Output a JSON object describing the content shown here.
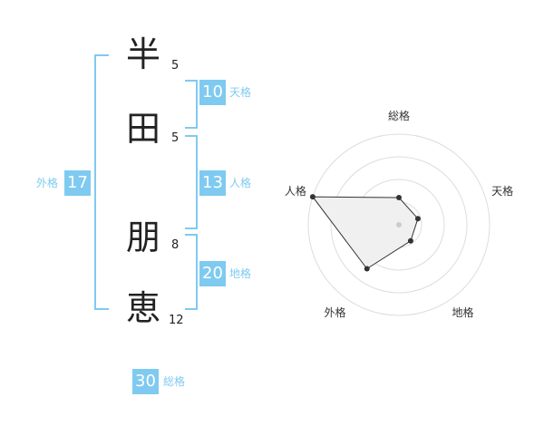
{
  "name": {
    "chars": [
      "半",
      "田",
      "朋",
      "恵"
    ],
    "strokes": [
      "5",
      "5",
      "8",
      "12"
    ]
  },
  "kakusu": {
    "tenkaku": {
      "value": "10",
      "label": "天格"
    },
    "jinkaku": {
      "value": "13",
      "label": "人格"
    },
    "chikaku": {
      "value": "20",
      "label": "地格"
    },
    "gaikaku": {
      "value": "17",
      "label": "外格"
    },
    "soukaku": {
      "value": "30",
      "label": "総格"
    }
  },
  "colors": {
    "accent": "#7fcaf0",
    "text": "#222222",
    "radar_fill": "#f0f0f0",
    "radar_point": "#333333"
  },
  "chart_data": {
    "type": "radar",
    "axes": [
      "総格",
      "天格",
      "地格",
      "外格",
      "人格"
    ],
    "values": [
      0.3,
      0.22,
      0.22,
      0.6,
      1.0
    ],
    "rings": 4
  }
}
